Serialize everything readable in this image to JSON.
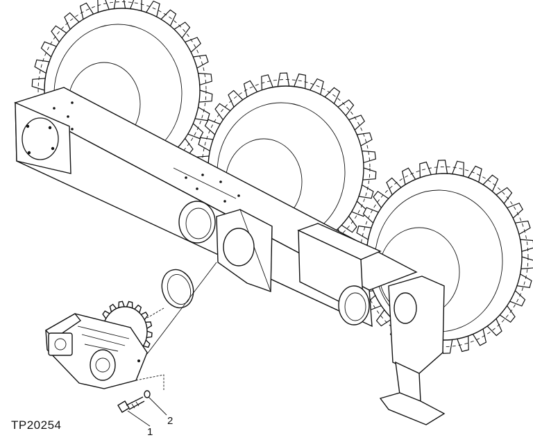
{
  "figure_id": "TP20254",
  "callouts": [
    {
      "number": "1"
    },
    {
      "number": "2"
    }
  ],
  "colors": {
    "line": "#111111",
    "background": "#ffffff"
  }
}
